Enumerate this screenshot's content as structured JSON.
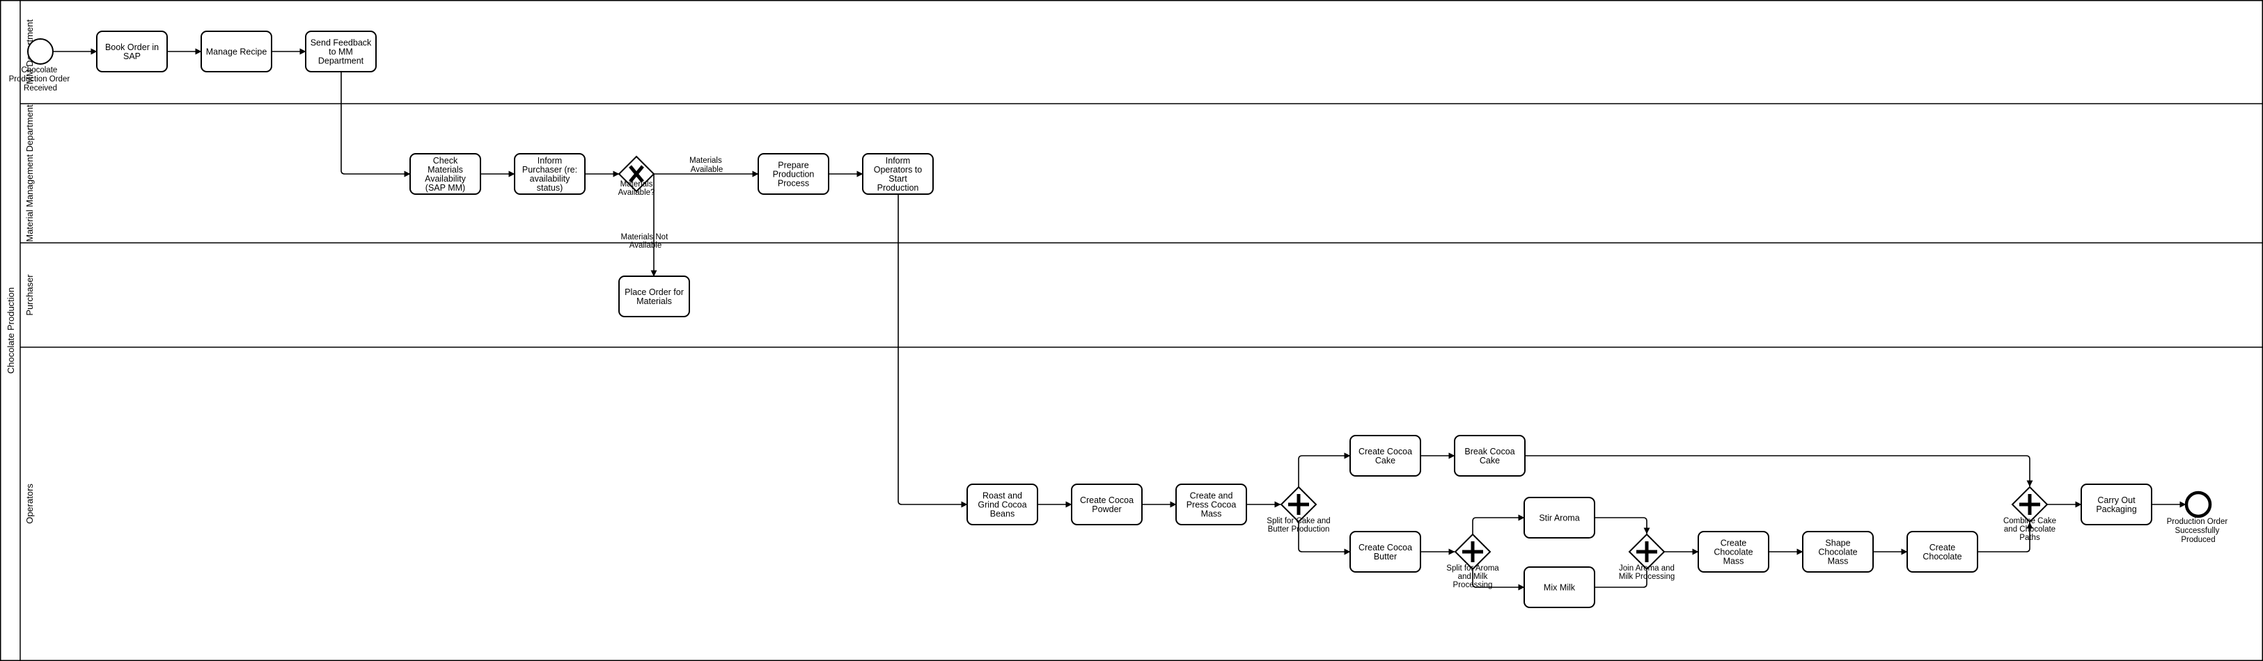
{
  "pool": {
    "label": "Chocolate Production"
  },
  "lanes": [
    {
      "id": "l1",
      "label": "MM Department"
    },
    {
      "id": "l2",
      "label": "Material Management Department"
    },
    {
      "id": "l3",
      "label": "Purchaser"
    },
    {
      "id": "l4",
      "label": "Operators"
    }
  ],
  "events": [
    {
      "id": "start",
      "kind": "start",
      "label": [
        "Chocolate",
        "Production Order",
        "Received"
      ]
    },
    {
      "id": "end",
      "kind": "end",
      "label": [
        "Production Order",
        "Successfully",
        "Produced"
      ]
    }
  ],
  "tasks": [
    {
      "id": "t_book",
      "lines": [
        "Book Order in",
        "SAP"
      ]
    },
    {
      "id": "t_recipe",
      "lines": [
        "Manage Recipe"
      ]
    },
    {
      "id": "t_feedback",
      "lines": [
        "Send Feedback",
        "to MM",
        "Department"
      ]
    },
    {
      "id": "t_check",
      "lines": [
        "Check",
        "Materials",
        "Availability",
        "(SAP MM)"
      ]
    },
    {
      "id": "t_inform_purch",
      "lines": [
        "Inform",
        "Purchaser (re:",
        "availability",
        "status)"
      ]
    },
    {
      "id": "t_prepare",
      "lines": [
        "Prepare",
        "Production",
        "Process"
      ]
    },
    {
      "id": "t_inform_ops",
      "lines": [
        "Inform",
        "Operators to",
        "Start",
        "Production"
      ]
    },
    {
      "id": "t_order",
      "lines": [
        "Place Order for",
        "Materials"
      ]
    },
    {
      "id": "t_roast",
      "lines": [
        "Roast and",
        "Grind Cocoa",
        "Beans"
      ]
    },
    {
      "id": "t_powder",
      "lines": [
        "Create Cocoa",
        "Powder"
      ]
    },
    {
      "id": "t_press",
      "lines": [
        "Create and",
        "Press Cocoa",
        "Mass"
      ]
    },
    {
      "id": "t_cake",
      "lines": [
        "Create Cocoa",
        "Cake"
      ]
    },
    {
      "id": "t_break",
      "lines": [
        "Break Cocoa",
        "Cake"
      ]
    },
    {
      "id": "t_butter",
      "lines": [
        "Create Cocoa",
        "Butter"
      ]
    },
    {
      "id": "t_stir",
      "lines": [
        "Stir Aroma"
      ]
    },
    {
      "id": "t_milk",
      "lines": [
        "Mix Milk"
      ]
    },
    {
      "id": "t_chocmass",
      "lines": [
        "Create",
        "Chocolate",
        "Mass"
      ]
    },
    {
      "id": "t_shape",
      "lines": [
        "Shape",
        "Chocolate",
        "Mass"
      ]
    },
    {
      "id": "t_choc",
      "lines": [
        "Create",
        "Chocolate"
      ]
    },
    {
      "id": "t_pack",
      "lines": [
        "Carry Out",
        "Packaging"
      ]
    }
  ],
  "gateways": [
    {
      "id": "g_avail",
      "kind": "exclusive",
      "label": [
        "Materials",
        "Available?"
      ]
    },
    {
      "id": "g_split1",
      "kind": "parallel",
      "label": [
        "Split for Cake and",
        "Butter Production"
      ]
    },
    {
      "id": "g_split2",
      "kind": "parallel",
      "label": [
        "Split for Aroma",
        "and Milk",
        "Processing"
      ]
    },
    {
      "id": "g_join1",
      "kind": "parallel",
      "label": [
        "Join Aroma and",
        "Milk Processing"
      ]
    },
    {
      "id": "g_join2",
      "kind": "parallel",
      "label": [
        "Combine Cake",
        "and Chocolate",
        "Paths"
      ]
    }
  ],
  "flow_labels": [
    {
      "id": "fl_avail",
      "lines": [
        "Materials",
        "Available"
      ]
    },
    {
      "id": "fl_not",
      "lines": [
        "Materials Not",
        "Available"
      ]
    }
  ]
}
